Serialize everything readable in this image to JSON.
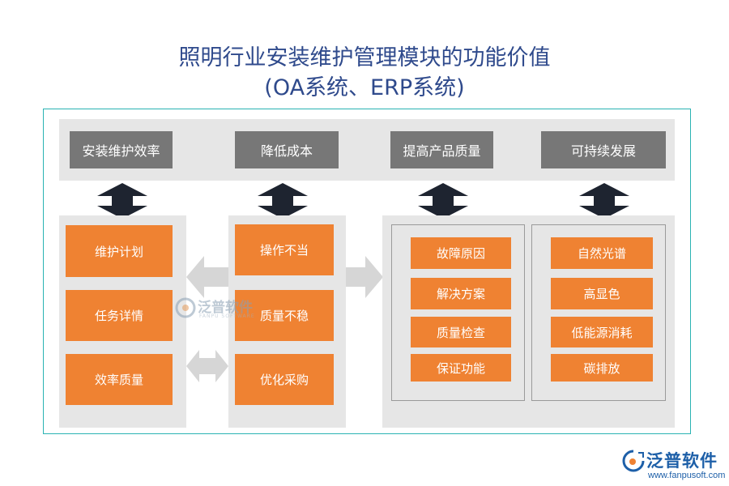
{
  "title": {
    "line1": "照明行业安装维护管理模块的功能价值",
    "line2": "(OA系统、ERP系统)"
  },
  "top_row": [
    "安装维护效率",
    "降低成本",
    "提高产品质量",
    "可持续发展"
  ],
  "col1": [
    "维护计划",
    "任务详情",
    "效率质量"
  ],
  "col2": [
    "操作不当",
    "质量不稳",
    "优化采购"
  ],
  "col3": [
    "故障原因",
    "解决方案",
    "质量检查",
    "保证功能"
  ],
  "col4": [
    "自然光谱",
    "高显色",
    "低能源消耗",
    "碳排放"
  ],
  "watermark": {
    "name": "泛普软件",
    "sub": "FANPU SOFTWARE"
  },
  "brand": {
    "name": "泛普软件",
    "url": "www.fanpusoft.com"
  },
  "colors": {
    "title": "#2f4a8c",
    "orange": "#ef8232",
    "gray_box": "#777777",
    "panel": "#e6e6e6",
    "arrow_dark": "#1e2430",
    "frame": "#2ab3b3"
  }
}
